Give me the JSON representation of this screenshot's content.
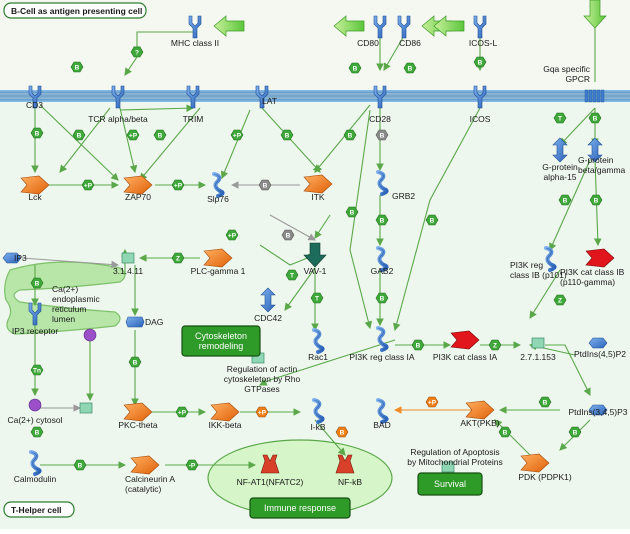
{
  "header": {
    "title": "B-Cell as antigen presenting cell"
  },
  "footer": {
    "title": "T-Helper cell"
  },
  "nodes": {
    "mhc": "MHC class II",
    "cd80": "CD80",
    "cd86": "CD86",
    "icosl": "ICOS-L",
    "gqa": "Gqa specific\nGPCR",
    "cd3": "CD3",
    "tcr": "TCR alpha/beta",
    "trim": "TRIM",
    "lat": "LAT",
    "cd28": "CD28",
    "icos": "ICOS",
    "gpa15": "G-protein\nalpha-15",
    "gpbg": "G-protein\nbeta/gamma",
    "lck": "Lck",
    "zap70": "ZAP70",
    "slp76": "Slp76",
    "itk": "ITK",
    "grb2": "GRB2",
    "ip3": "IP3",
    "enz31411": "3.1.4.11",
    "plcg1": "PLC-gamma 1",
    "vav1": "VAV-1",
    "gab2": "GAB2",
    "pi3kregib": "PI3K reg\nclass IB (p101)",
    "pi3kcatib": "PI3K cat class IB\n(p110-gamma)",
    "er": "Ca(2+)\nendoplasmic\nreticulum\nlumen",
    "ip3r": "IP3 receptor",
    "dag": "DAG",
    "cdc42": "CDC42",
    "rac1": "Rac1",
    "pi3kregia": "PI3K reg class IA",
    "pi3kcatia": "PI3K cat class IA",
    "enz271153": "2.7.1.153",
    "ptdins45p2": "PtdIns(4,5)P2",
    "ca_cyto": "Ca(2+) cytosol",
    "pkctheta": "PKC-theta",
    "ikkbeta": "IKK-beta",
    "ikb": "I-kB",
    "bad": "BAD",
    "akt": "AKT(PKB)",
    "ptdins345p3": "PtdIns(3,4,5)P3",
    "calmodulin": "Calmodulin",
    "calcineurin": "Calcineurin A\n(catalytic)",
    "nfat": "NF-AT1(NFATC2)",
    "nfkb": "NF-kB",
    "pdk": "PDK (PDPK1)"
  },
  "processes": {
    "cyto": "Cytoskeleton\nremodeling",
    "immune": "Immune response",
    "survival": "Survival"
  },
  "notes": {
    "actin": "Regulation of actin\ncytoskeleton by Rho\nGTPases",
    "apoptosis": "Regulation of Apoptosis\nby Mitochondrial Proteins"
  },
  "legend_marks": {
    "binding": "B",
    "phospho": "+P",
    "dephospho": "-P",
    "unspecified": "?",
    "transformation": "Z",
    "activation": "T",
    "transport": "Tn"
  },
  "colors": {
    "membrane": "#3a7fb0",
    "green_edge": "#5aa84a",
    "orange_edge": "#f08a24",
    "protein_orange": "#f07f16",
    "protein_blue": "#3f7fd0",
    "process_green": "#2e9a28"
  }
}
